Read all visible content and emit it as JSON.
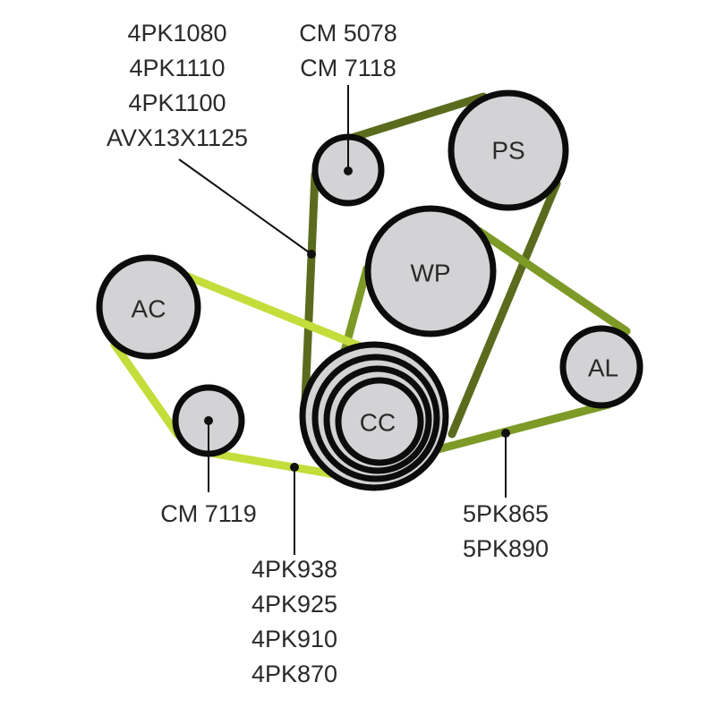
{
  "belt_colors": {
    "belt_a": "#5b6b1d",
    "belt_b": "#7d9a27",
    "belt_c": "#c4dd3b"
  },
  "pulleys": {
    "ps": "PS",
    "wp": "WP",
    "ac": "AC",
    "al": "AL",
    "cc": "CC"
  },
  "labels": {
    "belt_a_parts": [
      "4PK1080",
      "4PK1110",
      "4PK1100",
      "AVX13X1125"
    ],
    "idler_top_parts": [
      "CM 5078",
      "CM 7118"
    ],
    "idler_bottom_parts": [
      "CM 7119"
    ],
    "belt_c_parts": [
      "4PK938",
      "4PK925",
      "4PK910",
      "4PK870"
    ],
    "belt_b_parts": [
      "5PK865",
      "5PK890"
    ]
  }
}
